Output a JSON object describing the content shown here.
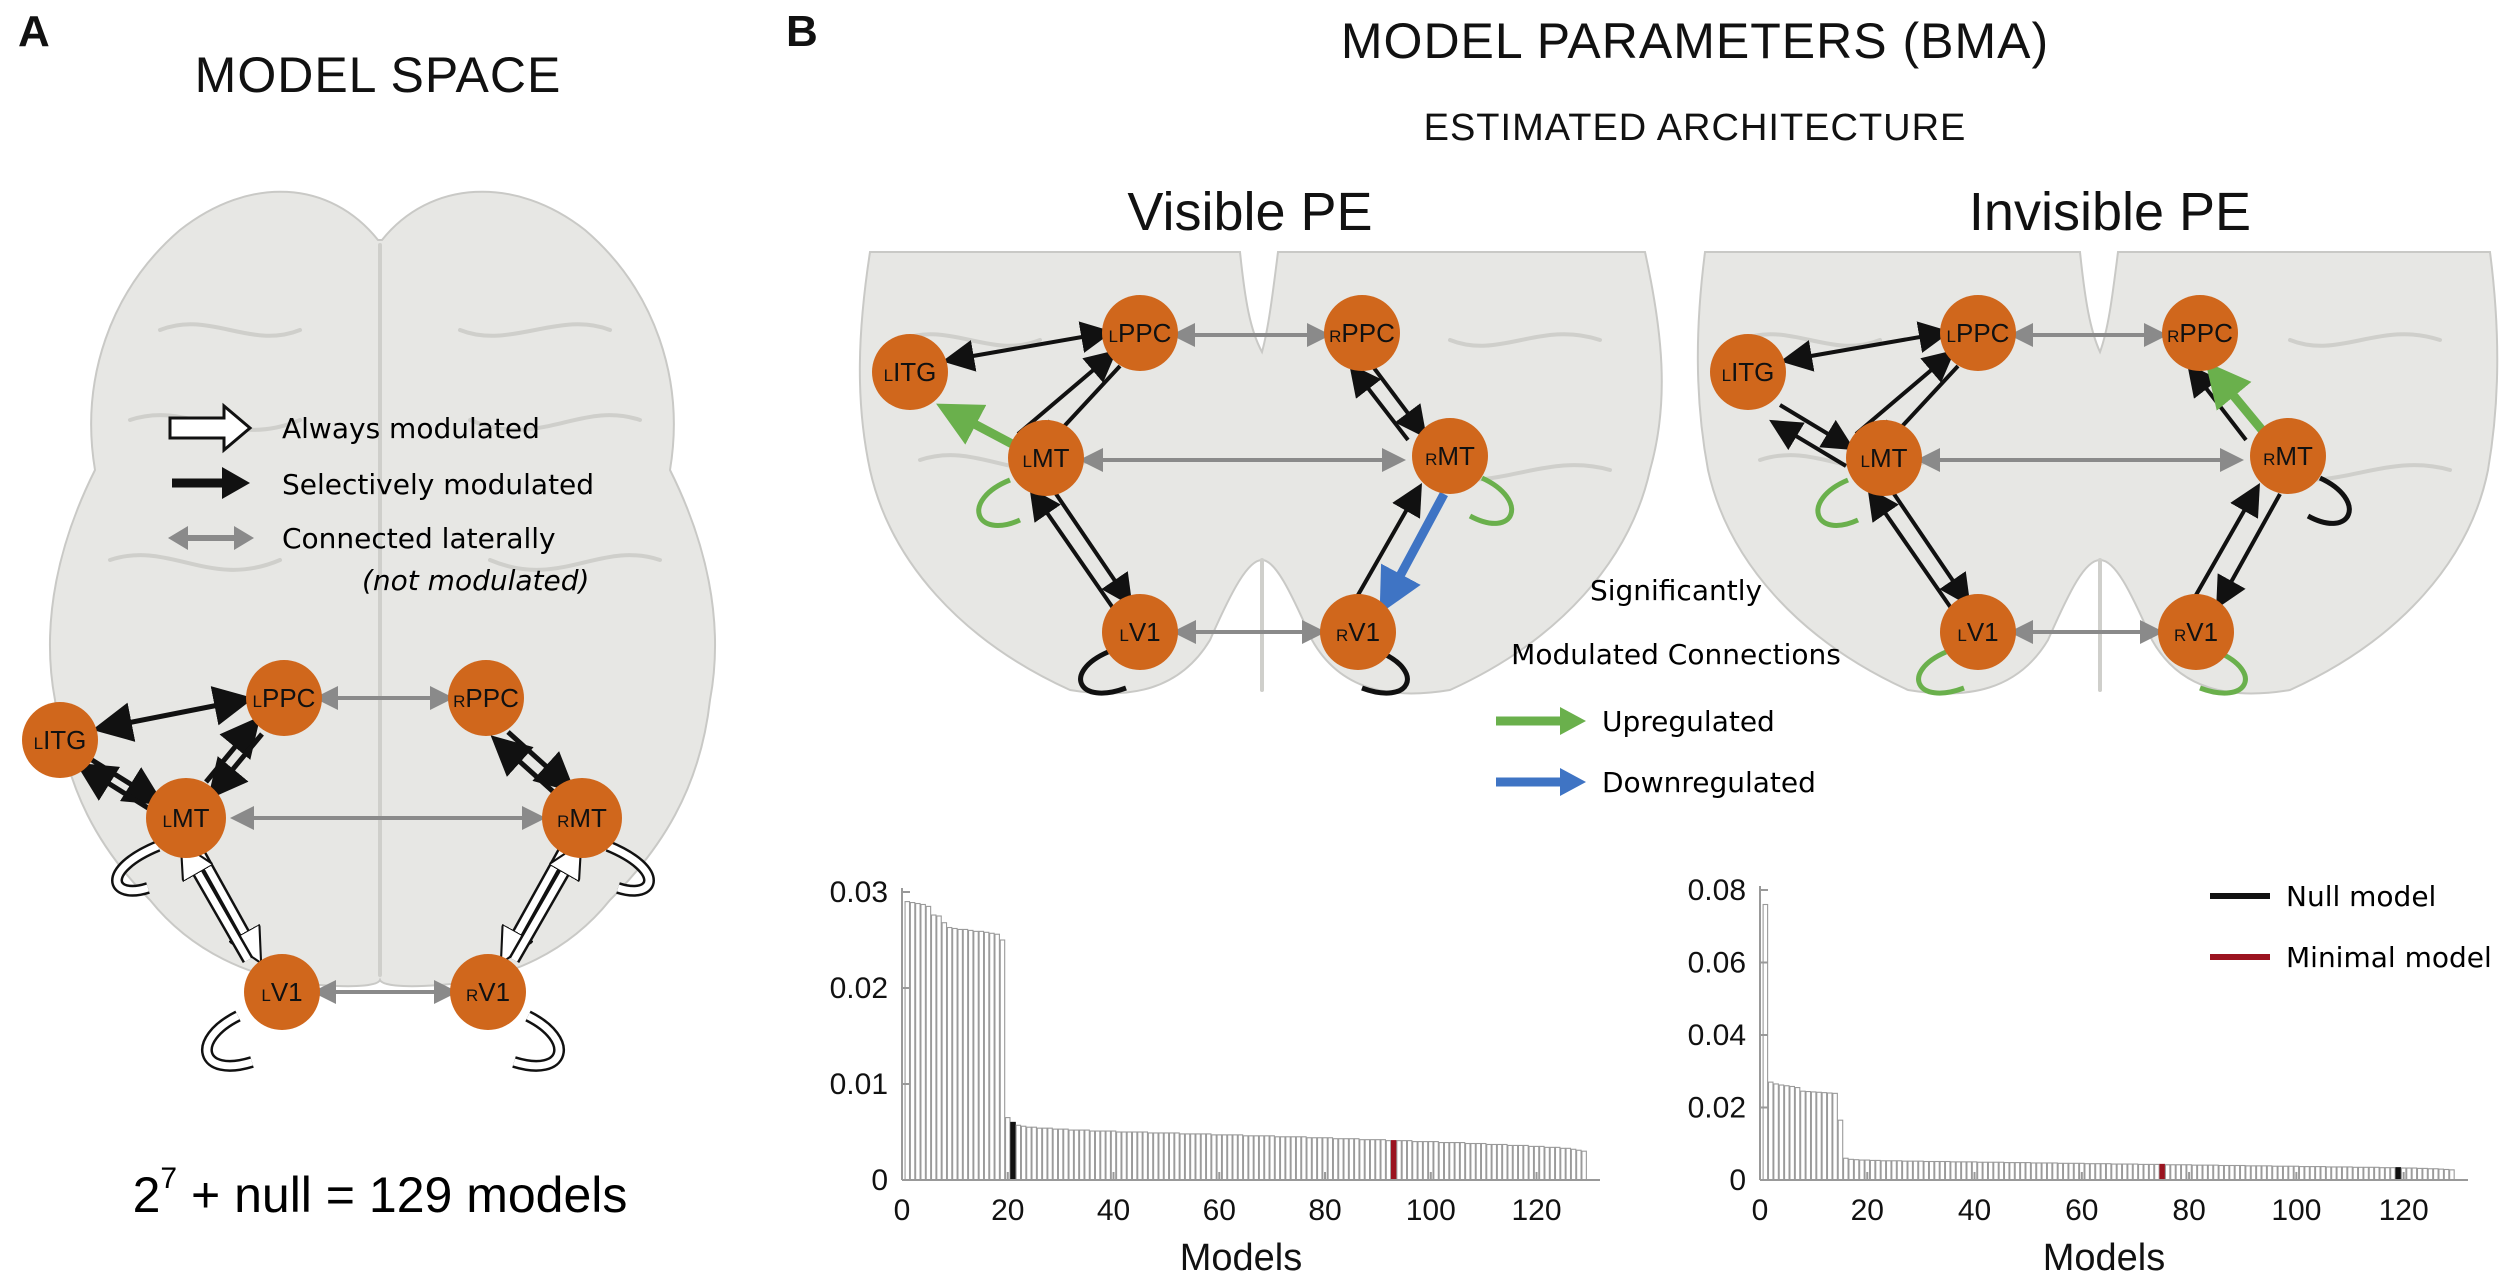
{
  "panel_a": {
    "letter": "A",
    "title": "MODEL SPACE",
    "legend": {
      "always": "Always modulated",
      "selective": "Selectively modulated",
      "lateral": "Connected laterally",
      "lateral_note": "(not modulated)"
    },
    "formula": {
      "base": "2",
      "exp": "7",
      "rest": " + null = 129 models"
    },
    "nodes": {
      "litg": {
        "prefix": "L",
        "name": "ITG"
      },
      "lppc": {
        "prefix": "L",
        "name": "PPC"
      },
      "rppc": {
        "prefix": "R",
        "name": "PPC"
      },
      "lmt": {
        "prefix": "L",
        "name": "MT"
      },
      "rmt": {
        "prefix": "R",
        "name": "MT"
      },
      "lv1": {
        "prefix": "L",
        "name": "V1"
      },
      "rv1": {
        "prefix": "R",
        "name": "V1"
      }
    }
  },
  "panel_b": {
    "letter": "B",
    "title": "MODEL PARAMETERS (BMA)",
    "subtitle": "ESTIMATED ARCHITECTURE",
    "visible_title": "Visible PE",
    "invisible_title": "Invisible PE",
    "legend": {
      "heading1": "Significantly",
      "heading2": "Modulated Connections",
      "up": "Upregulated",
      "down": "Downregulated"
    },
    "bar_legend": {
      "null": "Null model",
      "minimal": "Minimal model"
    }
  },
  "colors": {
    "node": "#d0671c",
    "up": "#6ab04c",
    "down": "#3f74c4",
    "lateral": "#8a8a8a",
    "null": "#111111",
    "minimal": "#9b1420",
    "brain": "#e7e7e4"
  },
  "chart_data": [
    {
      "type": "bar",
      "name": "visible",
      "xlabel": "Models",
      "ylabel": "",
      "ylim": [
        0,
        0.03
      ],
      "yticks": [
        "0",
        "0.01",
        "0.02",
        "0.03"
      ],
      "xticks": [
        "0",
        "20",
        "40",
        "60",
        "80",
        "100",
        "120"
      ],
      "n_models": 129,
      "null_model_index": 21,
      "minimal_model_index": 93,
      "values": [
        0.029,
        0.0289,
        0.0288,
        0.0287,
        0.0285,
        0.0276,
        0.0275,
        0.0268,
        0.0263,
        0.0262,
        0.0261,
        0.0261,
        0.026,
        0.0259,
        0.0259,
        0.0258,
        0.0257,
        0.0256,
        0.025,
        0.0065,
        0.006,
        0.0057,
        0.0056,
        0.0055,
        0.0055,
        0.0054,
        0.0054,
        0.0054,
        0.0053,
        0.0053,
        0.0053,
        0.0052,
        0.0052,
        0.0052,
        0.0052,
        0.0051,
        0.0051,
        0.0051,
        0.0051,
        0.0051,
        0.005,
        0.005,
        0.005,
        0.005,
        0.005,
        0.005,
        0.0049,
        0.0049,
        0.0049,
        0.0049,
        0.0049,
        0.0049,
        0.0048,
        0.0048,
        0.0048,
        0.0048,
        0.0048,
        0.0048,
        0.0047,
        0.0047,
        0.0047,
        0.0047,
        0.0047,
        0.0047,
        0.0046,
        0.0046,
        0.0046,
        0.0046,
        0.0046,
        0.0046,
        0.0045,
        0.0045,
        0.0045,
        0.0045,
        0.0045,
        0.0045,
        0.0044,
        0.0044,
        0.0044,
        0.0044,
        0.0044,
        0.0043,
        0.0043,
        0.0043,
        0.0043,
        0.0043,
        0.0042,
        0.0042,
        0.0042,
        0.0042,
        0.0042,
        0.0041,
        0.0041,
        0.0041,
        0.0041,
        0.0041,
        0.004,
        0.004,
        0.004,
        0.004,
        0.004,
        0.0039,
        0.0039,
        0.0039,
        0.0039,
        0.0039,
        0.0038,
        0.0038,
        0.0038,
        0.0038,
        0.0037,
        0.0037,
        0.0037,
        0.0037,
        0.0036,
        0.0036,
        0.0036,
        0.0036,
        0.0035,
        0.0035,
        0.0035,
        0.0034,
        0.0034,
        0.0034,
        0.0033,
        0.0033,
        0.0032,
        0.0031,
        0.003
      ]
    },
    {
      "type": "bar",
      "name": "invisible",
      "xlabel": "Models",
      "ylabel": "",
      "ylim": [
        0,
        0.08
      ],
      "yticks": [
        "0",
        "0.02",
        "0.04",
        "0.06",
        "0.08"
      ],
      "xticks": [
        "0",
        "20",
        "40",
        "60",
        "80",
        "100",
        "120"
      ],
      "n_models": 129,
      "null_model_index": 119,
      "minimal_model_index": 75,
      "values": [
        0.076,
        0.027,
        0.0265,
        0.0262,
        0.026,
        0.0258,
        0.0255,
        0.0245,
        0.0244,
        0.0243,
        0.0242,
        0.0241,
        0.024,
        0.0239,
        0.0165,
        0.006,
        0.0057,
        0.0056,
        0.0055,
        0.0055,
        0.0054,
        0.0054,
        0.0053,
        0.0053,
        0.0053,
        0.0053,
        0.0052,
        0.0052,
        0.0052,
        0.0052,
        0.0051,
        0.0051,
        0.0051,
        0.0051,
        0.0051,
        0.005,
        0.005,
        0.005,
        0.005,
        0.005,
        0.0049,
        0.0049,
        0.0049,
        0.0049,
        0.0049,
        0.0048,
        0.0048,
        0.0048,
        0.0048,
        0.0048,
        0.0047,
        0.0047,
        0.0047,
        0.0047,
        0.0047,
        0.0046,
        0.0046,
        0.0046,
        0.0046,
        0.0046,
        0.0045,
        0.0045,
        0.0045,
        0.0045,
        0.0045,
        0.0044,
        0.0044,
        0.0044,
        0.0044,
        0.0044,
        0.0043,
        0.0043,
        0.0043,
        0.0043,
        0.0043,
        0.0042,
        0.0042,
        0.0042,
        0.0042,
        0.0042,
        0.0041,
        0.0041,
        0.0041,
        0.0041,
        0.0041,
        0.004,
        0.004,
        0.004,
        0.004,
        0.004,
        0.0039,
        0.0039,
        0.0039,
        0.0039,
        0.0039,
        0.0038,
        0.0038,
        0.0038,
        0.0038,
        0.0038,
        0.0037,
        0.0037,
        0.0037,
        0.0037,
        0.0037,
        0.0036,
        0.0036,
        0.0036,
        0.0036,
        0.0036,
        0.0035,
        0.0035,
        0.0035,
        0.0035,
        0.0035,
        0.0034,
        0.0034,
        0.0034,
        0.0034,
        0.0033,
        0.0033,
        0.0033,
        0.0032,
        0.0032,
        0.0031,
        0.0031,
        0.003,
        0.0029,
        0.0028
      ]
    }
  ]
}
